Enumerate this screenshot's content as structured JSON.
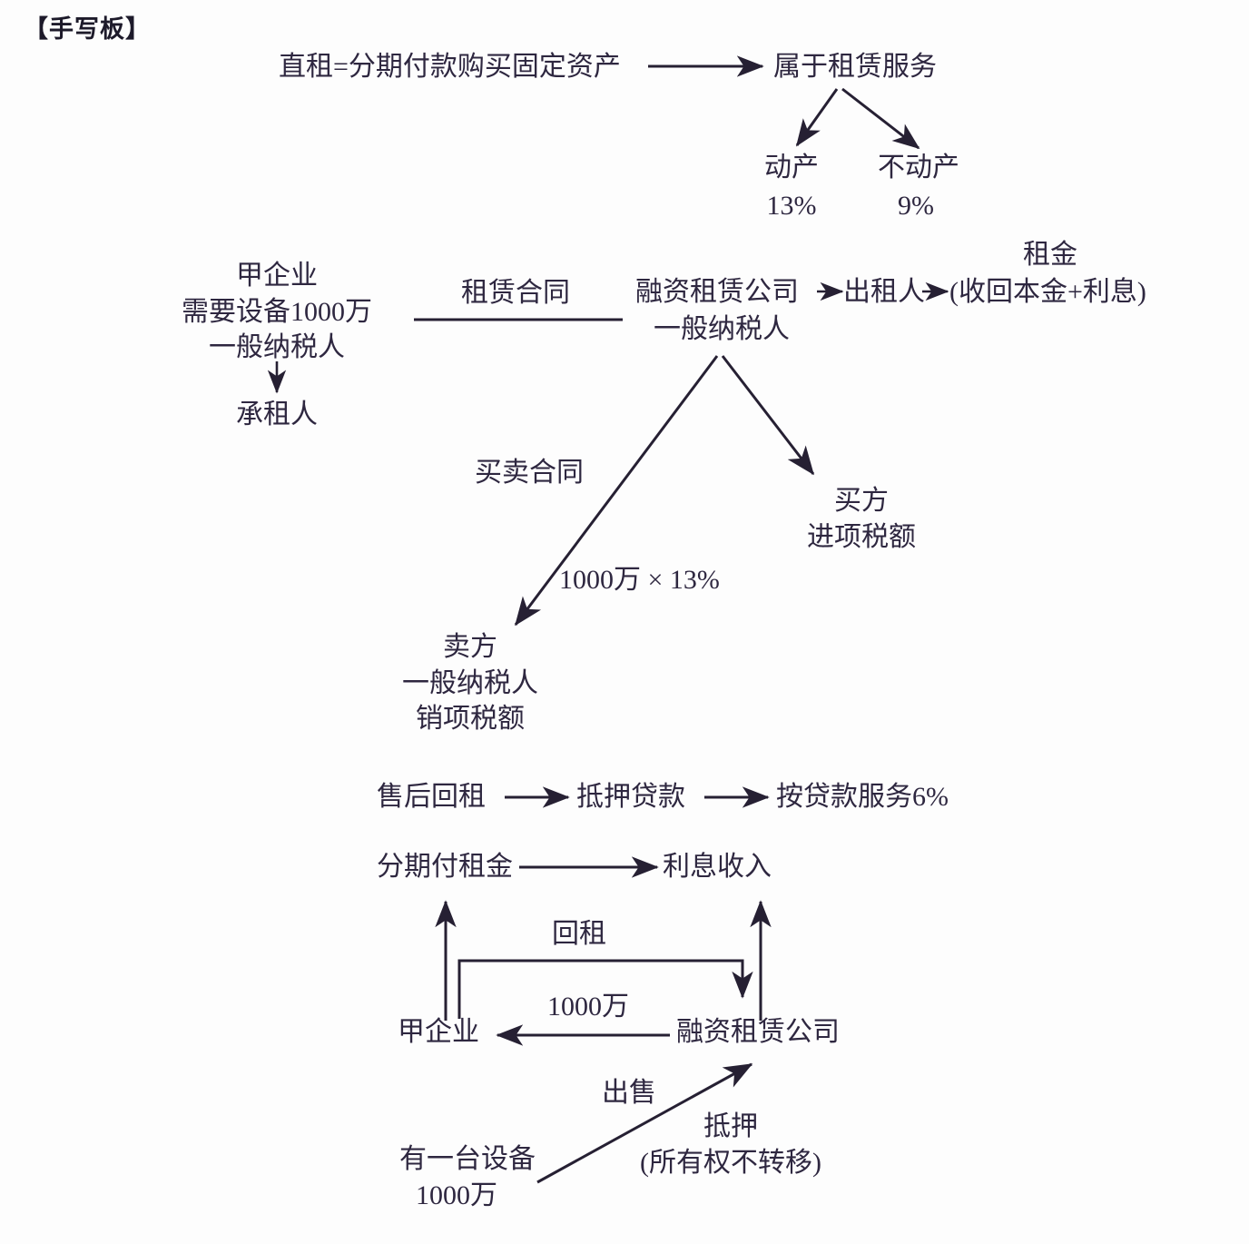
{
  "header": {
    "title": "【手写板】"
  },
  "section_direct_lease": {
    "source": "直租=分期付款购买固定资产",
    "target": "属于租赁服务",
    "branches": [
      {
        "label": "动产",
        "rate": "13%"
      },
      {
        "label": "不动产",
        "rate": "9%"
      }
    ]
  },
  "section_financing": {
    "lessee_block": {
      "line1": "甲企业",
      "line2": "需要设备1000万",
      "line3": "一般纳税人",
      "role": "承租人"
    },
    "contract_label": "租赁合同",
    "lessor_block": {
      "line1": "融资租赁公司",
      "line2": "一般纳税人"
    },
    "lessor_role": "出租人",
    "rent_title": "租金",
    "rent_formula": "(收回本金+利息)",
    "sale_contract_label": "买卖合同",
    "tax_formula": "1000万 × 13%",
    "buyer_block": {
      "line1": "买方",
      "line2": "进项税额"
    },
    "seller_block": {
      "line1": "卖方",
      "line2": "一般纳税人",
      "line3": "销项税额"
    }
  },
  "section_leaseback": {
    "chain": [
      "售后回租",
      "抵押贷款",
      "按贷款服务6%"
    ],
    "rent_flow": {
      "from": "分期付租金",
      "to": "利息收入"
    },
    "loop_label": "回租",
    "amount_label": "1000万",
    "party_left": "甲企业",
    "party_right": "融资租赁公司",
    "equipment": {
      "line1": "有一台设备",
      "line2": "1000万"
    },
    "sale_label": "出售",
    "mortgage_label": "抵押",
    "mortgage_note": "(所有权不转移)"
  },
  "colors": {
    "ink": "#2e2740",
    "line": "#262033",
    "background": "#fdfdfd"
  }
}
